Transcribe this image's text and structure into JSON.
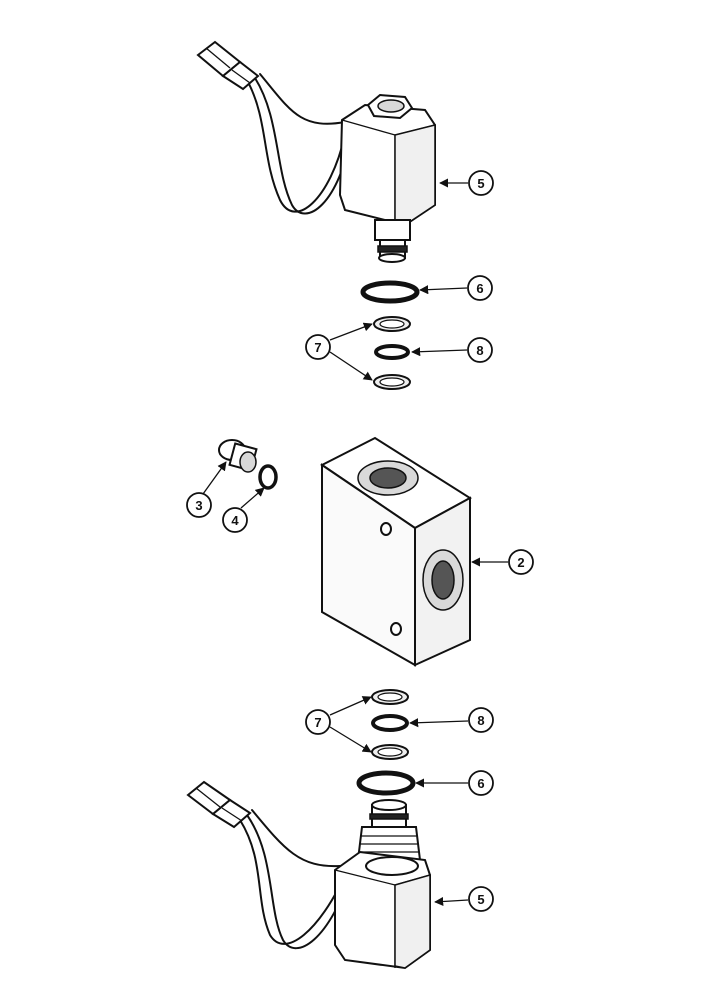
{
  "callouts": {
    "top_solenoid": "5",
    "top_oring_large": "6",
    "top_backup_rings": "7",
    "top_oring_small": "8",
    "plug": "3",
    "plug_oring": "4",
    "valve_body": "2",
    "bottom_backup_rings": "7",
    "bottom_oring_small": "8",
    "bottom_oring_large": "6",
    "bottom_solenoid": "5"
  }
}
